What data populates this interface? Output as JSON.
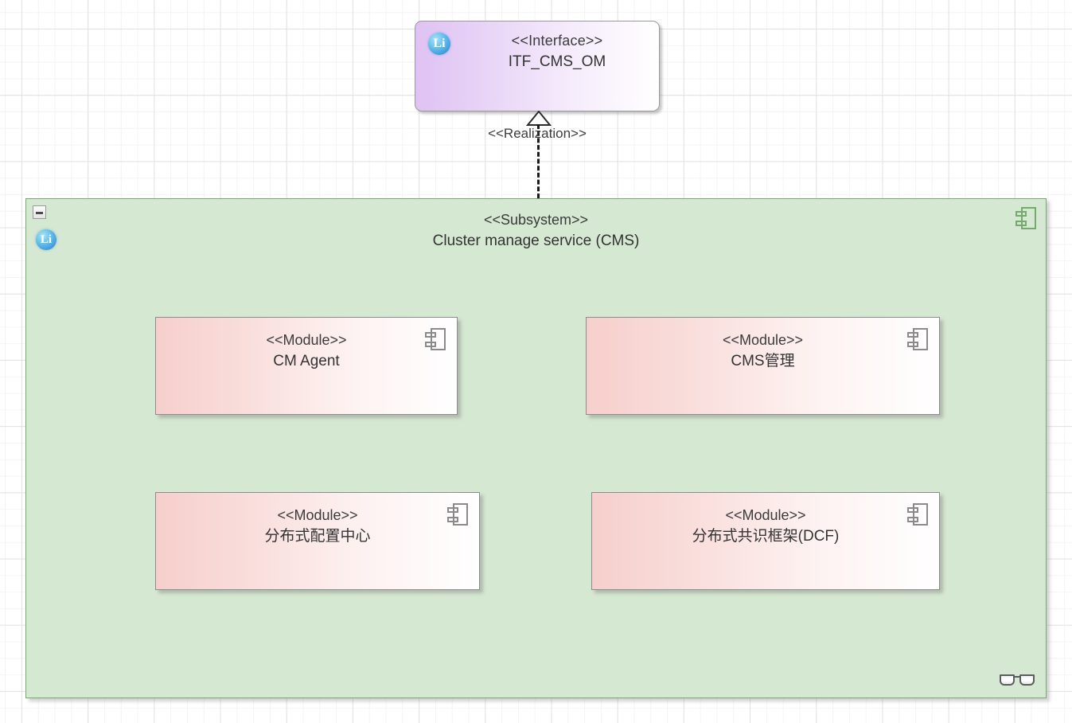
{
  "diagram": {
    "type": "uml-component-diagram",
    "background": {
      "grid": "on",
      "minor_color": "#f4f4f4",
      "major_color": "#e2e2e2"
    },
    "colors": {
      "interface_fill": "#dfc2f3",
      "subsystem_fill": "#d5e8d1",
      "subsystem_border": "#76a96e",
      "module_fill": "#f6cfcc",
      "module_border": "#8d8d8d",
      "badge_blue": "#3f9fe0",
      "connector": "#1b1b1b"
    }
  },
  "interface_node": {
    "stereotype": "<<Interface>>",
    "name": "ITF_CMS_OM",
    "badge_label": "Li"
  },
  "connector": {
    "label": "<<Realization>>",
    "style": "dashed",
    "arrow": "hollow-triangle"
  },
  "subsystem": {
    "stereotype": "<<Subsystem>>",
    "name": "Cluster manage service (CMS)",
    "badge_label": "Li",
    "collapse_state": "expanded",
    "modules": [
      {
        "stereotype": "<<Module>>",
        "name": "CM Agent"
      },
      {
        "stereotype": "<<Module>>",
        "name": "CMS管理"
      },
      {
        "stereotype": "<<Module>>",
        "name": "分布式配置中心"
      },
      {
        "stereotype": "<<Module>>",
        "name": "分布式共识框架(DCF)"
      }
    ]
  }
}
